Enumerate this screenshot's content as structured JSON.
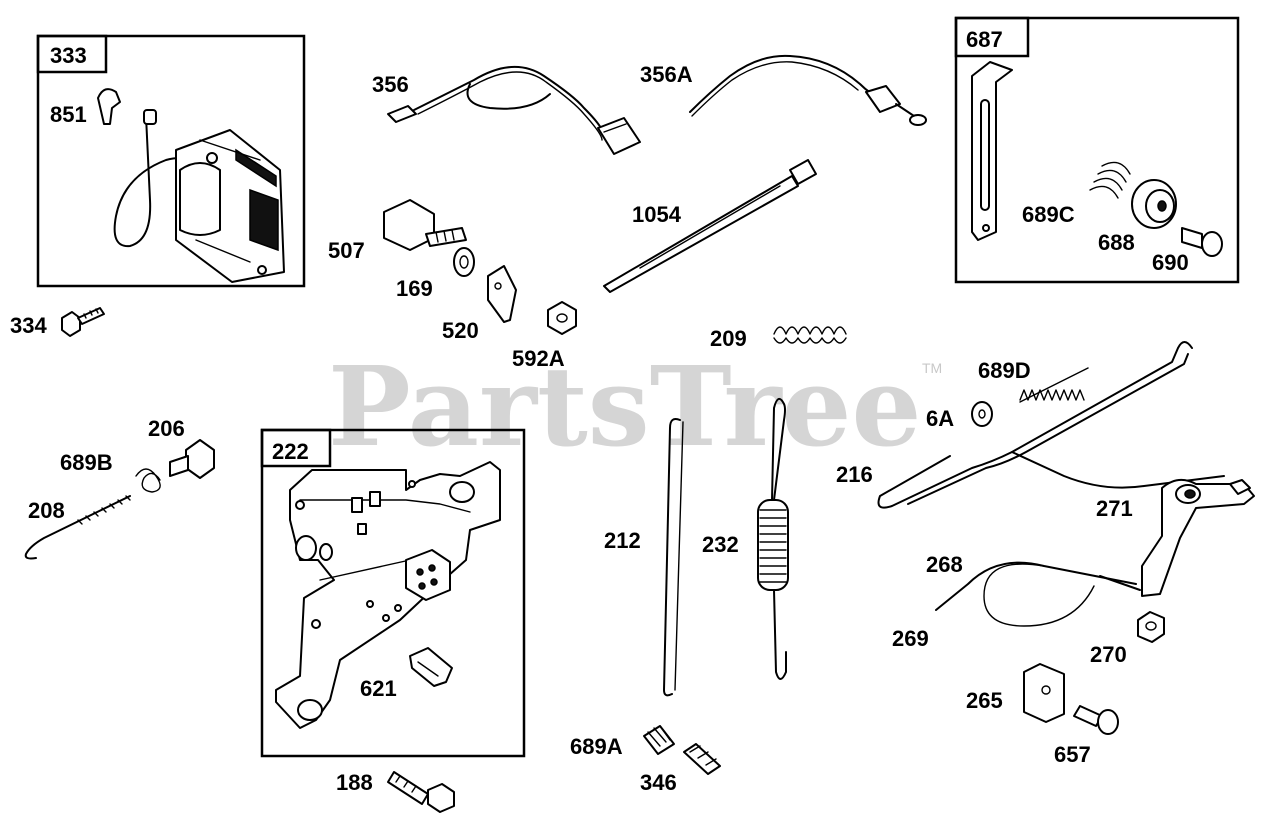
{
  "watermark": {
    "text": "PartsTree",
    "trademark": "TM"
  },
  "boxes": [
    {
      "id": "box-333",
      "label": "333"
    },
    {
      "id": "box-687",
      "label": "687"
    },
    {
      "id": "box-222",
      "label": "222"
    }
  ],
  "part_numbers": {
    "p851": "851",
    "p334": "334",
    "p356": "356",
    "p356A": "356A",
    "p507": "507",
    "p169": "169",
    "p520": "520",
    "p592A": "592A",
    "p1054": "1054",
    "p689C": "689C",
    "p688": "688",
    "p690": "690",
    "p209": "209",
    "p689D": "689D",
    "p6A": "6A",
    "p216": "216",
    "p206": "206",
    "p689B": "689B",
    "p208": "208",
    "p212": "212",
    "p232": "232",
    "p271": "271",
    "p268": "268",
    "p269": "269",
    "p270": "270",
    "p265": "265",
    "p657": "657",
    "p621": "621",
    "p188": "188",
    "p689A": "689A",
    "p346": "346"
  }
}
